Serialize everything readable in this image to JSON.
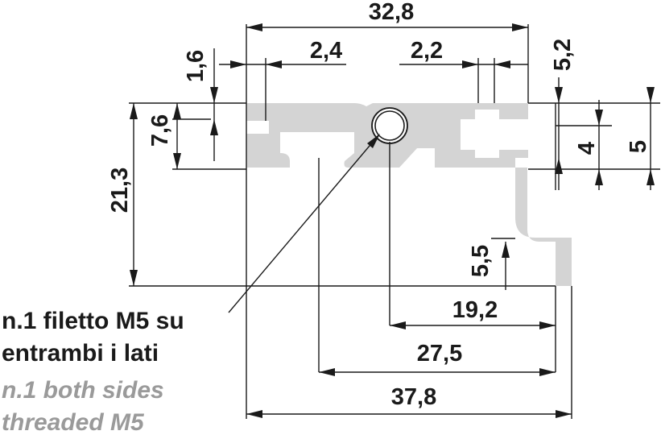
{
  "dimensions": {
    "overall_top": "32,8",
    "left_slot": "2,4",
    "right_slot": "2,2",
    "lip": "1,6",
    "slot_height": "7,6",
    "total_height": "21,3",
    "right_offset": "5,2",
    "groove_4": "4",
    "groove_5": "5",
    "leg": "5,5",
    "bottom_19": "19,2",
    "bottom_27": "27,5",
    "bottom_37": "37,8"
  },
  "note": {
    "it_line1": "n.1 filetto M5 su",
    "it_line2": "entrambi i lati",
    "en_line1": "n.1 both sides",
    "en_line2": "threaded M5"
  },
  "colors": {
    "profile_fill": "#d4d4d4",
    "line": "#1a1a1a",
    "english_note": "#9a9a9a"
  }
}
